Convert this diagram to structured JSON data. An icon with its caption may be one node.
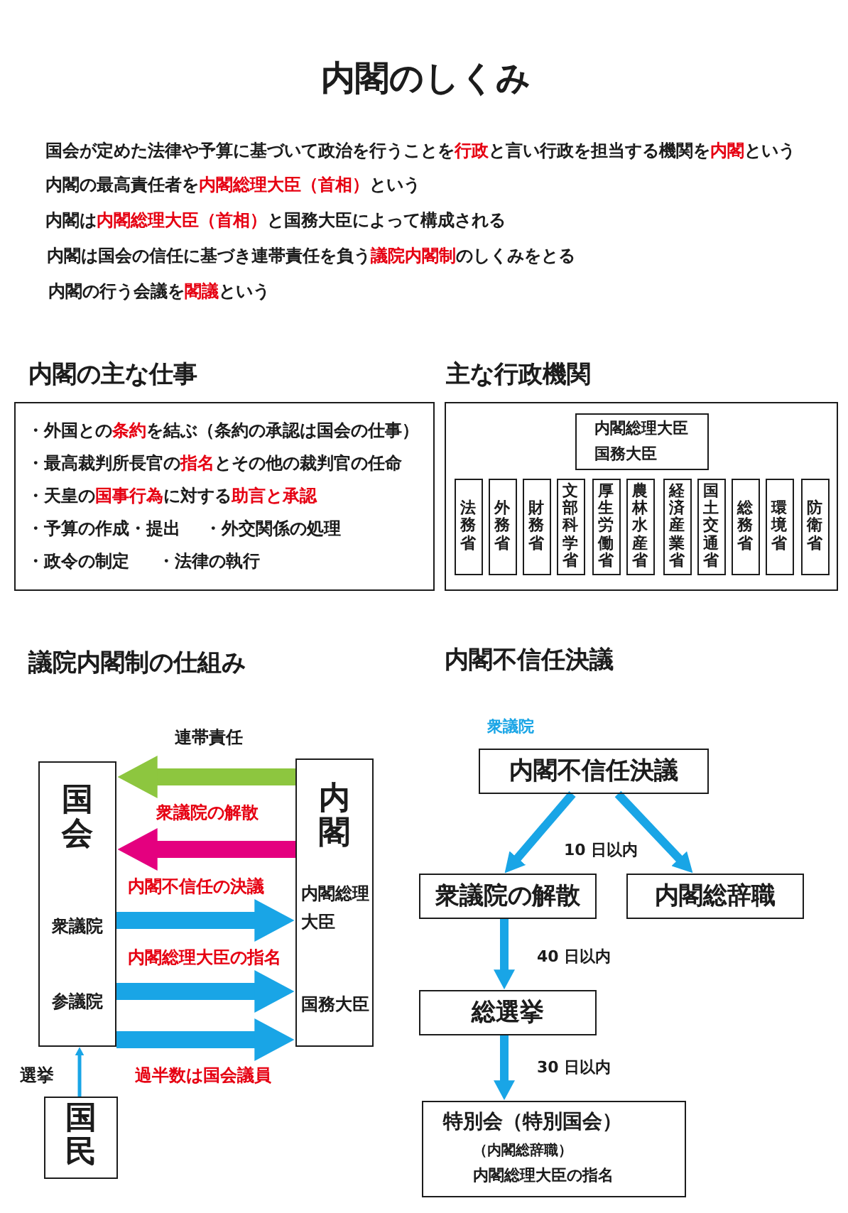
{
  "diagram": {
    "title": "内閣のしくみ",
    "nodes": [
      {
        "text": [
          "内閣の主な仕事",
          "・外国との**条約**を結ぶ（条約の承認は国会の仕事）",
          "・最高裁判所長官の**指名**とその他の裁判官の任命",
          "・天皇の**国事行為**に対する**助言と承認**",
          "・予算の作成・提出",
          "・外交関係の処理",
          "・政令の制定",
          "・法律の執行"
        ]
      },
      {
        "text": [
          "主な行政機関"
        ]
      },
      {
        "text": [
          "内閣総理大臣",
          "国務大臣"
        ],
        "in": 1
      },
      {
        "text": [
          "法務省"
        ],
        "in": 1
      },
      {
        "text": [
          "外務省"
        ],
        "in": 1
      },
      {
        "text": [
          "財務省"
        ],
        "in": 1
      },
      {
        "text": [
          "文部科学省"
        ],
        "in": 1
      },
      {
        "text": [
          "厚生労働省"
        ],
        "in": 1
      },
      {
        "text": [
          "農林水産省"
        ],
        "in": 1
      },
      {
        "text": [
          "経済産業省"
        ],
        "in": 1
      },
      {
        "text": [
          "国土交通省"
        ],
        "in": 1
      },
      {
        "text": [
          "総務省"
        ],
        "in": 1
      },
      {
        "text": [
          "環境省"
        ],
        "in": 1
      },
      {
        "text": [
          "防衛省"
        ],
        "in": 1
      },
      {
        "text": [
          "国会",
          "衆議院",
          "参議院"
        ]
      },
      {
        "text": [
          "内閣",
          "内閣総理大臣",
          "国務大臣"
        ]
      },
      {
        "text": [
          "国民"
        ]
      },
      {
        "text": [
          "内閣不信任決議"
        ],
        "beside": [
          "衆議院"
        ]
      },
      {
        "text": [
          "衆議院の解散"
        ]
      },
      {
        "text": [
          "内閣総辞職"
        ]
      },
      {
        "text": [
          "総選挙"
        ]
      },
      {
        "text": [
          "特別会（特別国会）",
          "（内閣総辞職）",
          "内閣総理大臣の指名"
        ]
      }
    ],
    "edges": [
      {
        "from": 15,
        "to": 14,
        "arrow": "to",
        "label": "連帯責任",
        "style": "thick",
        "color": "#8dc63f"
      },
      {
        "from": 15,
        "to": 14,
        "arrow": "to",
        "label": "衆議院の解散",
        "style": "thick",
        "color": "#e4007f"
      },
      {
        "from": 14,
        "to": 15,
        "arrow": "to",
        "label": "内閣不信任の決議",
        "style": "thick"
      },
      {
        "from": 14,
        "to": 15,
        "arrow": "to",
        "label": "内閣総理大臣の指名",
        "style": "thick"
      },
      {
        "from": 14,
        "to": 15,
        "arrow": "to",
        "label": "過半数は国会議員",
        "style": "thick"
      },
      {
        "from": 16,
        "to": 14,
        "arrow": "to",
        "label": "選挙"
      },
      {
        "from": 17,
        "to": 18,
        "arrow": "to"
      },
      {
        "from": 17,
        "to": 19,
        "arrow": "to"
      },
      {
        "from": 18,
        "to": 20,
        "arrow": "to",
        "label": "40 日以内"
      },
      {
        "from": 20,
        "to": 21,
        "arrow": "to",
        "label": "30 日以内"
      }
    ],
    "labels": [
      "国会が定めた法律や予算に基づいて政治を行うことを**行政**と言い行政を担当する機関を**内閣**という",
      "内閣の最高責任者を**内閣総理大臣（首相）**という",
      "内閣は**内閣総理大臣（首相）**と国務大臣によって構成される",
      "内閣は国会の信任に基づき連帯責任を負う**議院内閣制**のしくみをとる",
      "内閣の行う会議を**閣議**という",
      "議院内閣制の仕組み",
      "内閣不信任決議",
      "10 日以内"
    ]
  }
}
